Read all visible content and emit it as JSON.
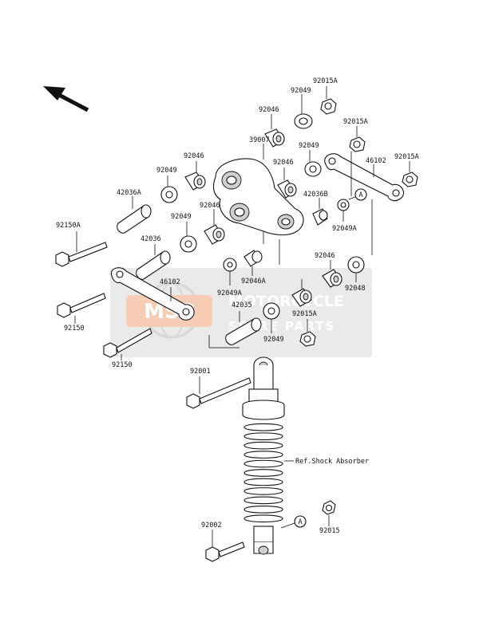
{
  "diagram": {
    "reference_note": "Ref.Shock Absorber",
    "callout_letter": "A",
    "part_labels": [
      {
        "id": "p1",
        "text": "92015A"
      },
      {
        "id": "p2",
        "text": "92049"
      },
      {
        "id": "p3",
        "text": "92046"
      },
      {
        "id": "p4",
        "text": "92015A"
      },
      {
        "id": "p5",
        "text": "39007"
      },
      {
        "id": "p6",
        "text": "92049"
      },
      {
        "id": "p7",
        "text": "92046"
      },
      {
        "id": "p8",
        "text": "92015A"
      },
      {
        "id": "p9",
        "text": "46102"
      },
      {
        "id": "p10",
        "text": "92046"
      },
      {
        "id": "p11",
        "text": "92049"
      },
      {
        "id": "p12",
        "text": "42036A"
      },
      {
        "id": "p13",
        "text": "42036B"
      },
      {
        "id": "p14",
        "text": "92046"
      },
      {
        "id": "p15",
        "text": "92049"
      },
      {
        "id": "p16",
        "text": "92049A"
      },
      {
        "id": "p17",
        "text": "92150A"
      },
      {
        "id": "p18",
        "text": "42036"
      },
      {
        "id": "p19",
        "text": "92046"
      },
      {
        "id": "p20",
        "text": "46102"
      },
      {
        "id": "p21",
        "text": "92049A"
      },
      {
        "id": "p22",
        "text": "92046A"
      },
      {
        "id": "p23",
        "text": "92048"
      },
      {
        "id": "p24",
        "text": "42035"
      },
      {
        "id": "p25",
        "text": "92015A"
      },
      {
        "id": "p26",
        "text": "92150"
      },
      {
        "id": "p27",
        "text": "92049"
      },
      {
        "id": "p28",
        "text": "92150"
      },
      {
        "id": "p29",
        "text": "92001"
      },
      {
        "id": "p30",
        "text": "92002"
      },
      {
        "id": "p31",
        "text": "92015"
      }
    ]
  },
  "watermark": {
    "logo_text": "MSP",
    "line1": "MOTORCYCLE",
    "line2": "SPARE PARTS"
  }
}
